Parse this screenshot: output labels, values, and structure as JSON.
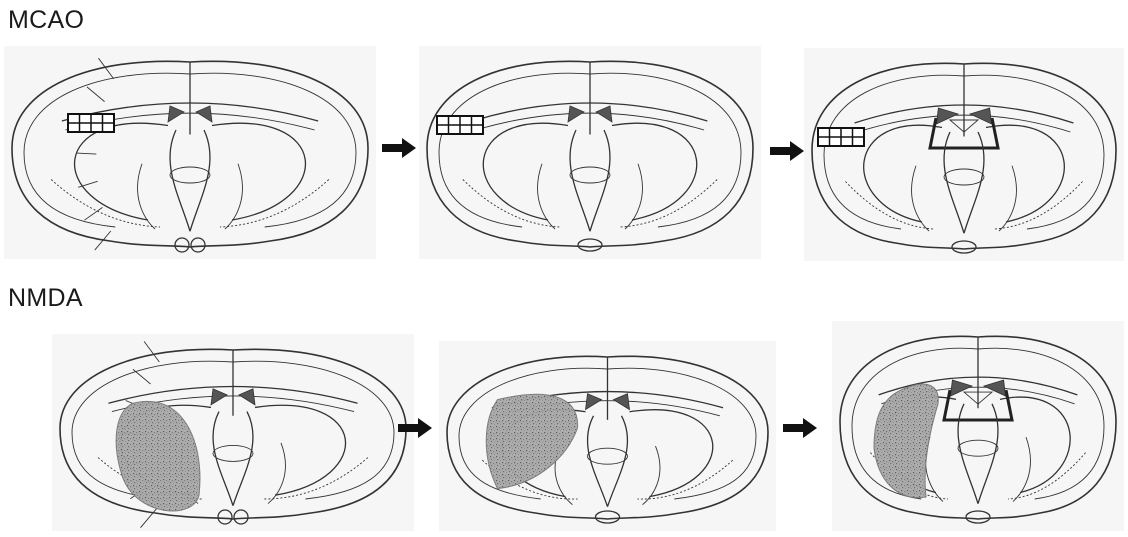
{
  "rows": [
    {
      "title": "MCAO",
      "lesion": "grid-marker"
    },
    {
      "title": "NMDA",
      "lesion": "stippled-striatum"
    }
  ],
  "colors": {
    "line": "#333333",
    "ventricle": "#555555",
    "lesion": "#8a8a8a",
    "panel_bg": "#f6f6f6"
  },
  "sequence_arrow_icon": "right-arrow-icon"
}
